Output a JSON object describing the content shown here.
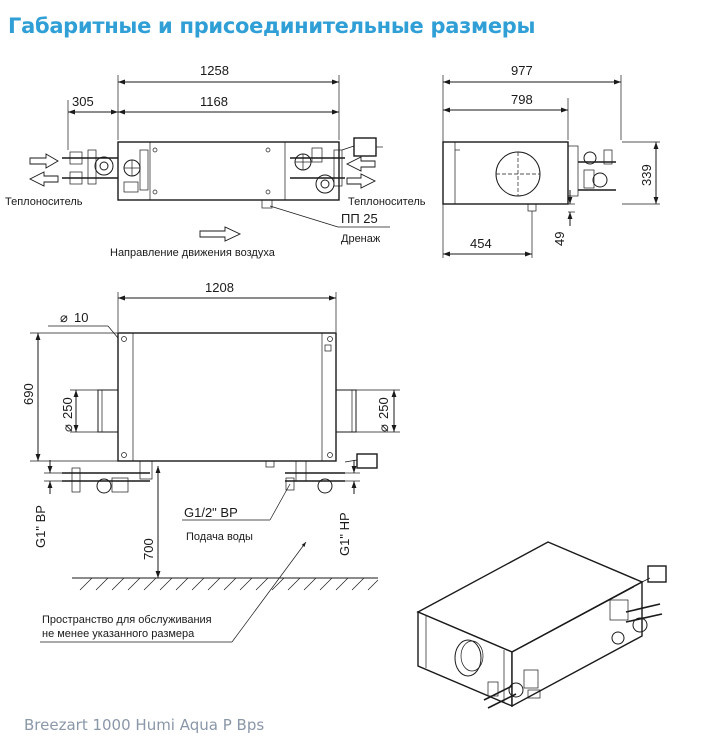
{
  "header": {
    "title": "Габаритные и присоединительные размеры"
  },
  "footer": {
    "model": "Breezart 1000 Humi Aqua P Bps"
  },
  "top_view": {
    "dim_total": "1258",
    "dim_left": "305",
    "dim_body": "1168",
    "label_heat_left": "Теплоноситель",
    "label_heat_right": "Теплоноситель",
    "label_drain_size": "ПП 25",
    "label_drain": "Дренаж",
    "label_airflow": "Направление движения воздуха"
  },
  "side_view": {
    "dim_width": "977",
    "dim_body": "798",
    "dim_height": "339",
    "dim_offset": "454",
    "dim_drain": "49"
  },
  "front_view": {
    "dim_width": "1208",
    "dim_hole": "10",
    "dim_depth": "690",
    "dim_duct_left": "250",
    "dim_duct_right": "250",
    "label_pipe_left": "G1\" ВР",
    "label_pipe_right": "G1\" НР",
    "label_water_size": "G1/2\" ВР",
    "label_water": "Подача воды",
    "dim_service": "700",
    "label_service_1": "Пространство для обслуживания",
    "label_service_2": "не менее указанного размера"
  }
}
